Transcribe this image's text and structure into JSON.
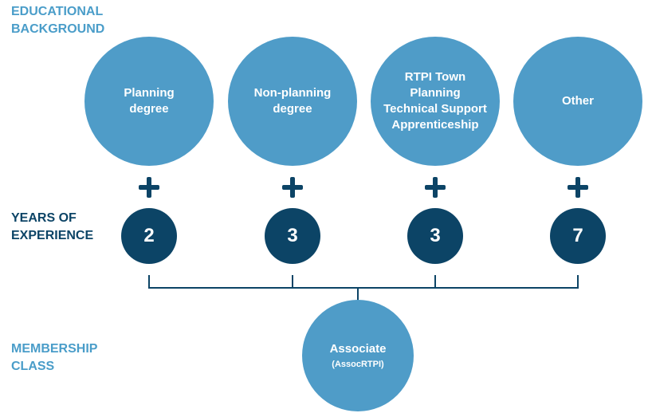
{
  "labels": {
    "educational_background": "EDUCATIONAL\nBACKGROUND",
    "years_of_experience": "YEARS OF\nEXPERIENCE",
    "membership_class": "MEMBERSHIP\nCLASS"
  },
  "routes": [
    {
      "background": "Planning\ndegree",
      "years": "2"
    },
    {
      "background": "Non-planning\ndegree",
      "years": "3"
    },
    {
      "background": "RTPI Town\nPlanning\nTechnical Support\nApprenticeship",
      "years": "3"
    },
    {
      "background": "Other",
      "years": "7"
    }
  ],
  "membership": {
    "title": "Associate",
    "abbreviation": "(AssocRTPI)"
  },
  "colors": {
    "light_blue": "#4f9cc8",
    "dark_navy": "#0c4466",
    "label_light_blue": "#4a9dc9"
  }
}
